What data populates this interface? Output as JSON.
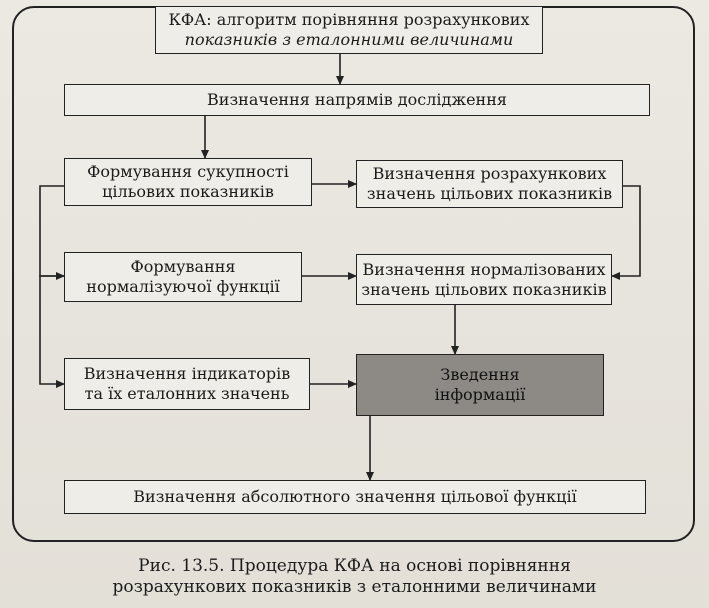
{
  "diagram": {
    "title_line1": "КФА: алгоритм порівняння розрахункових",
    "title_line2": "показників з еталонними величинами",
    "nodes": {
      "directions": "Визначення напрямів дослідження",
      "form_set_line1": "Формування сукупності",
      "form_set_line2": "цільових показників",
      "calc_values_line1": "Визначення розрахункових",
      "calc_values_line2": "значень цільових показників",
      "norm_func_line1": "Формування",
      "norm_func_line2": "нормалізуючої функції",
      "norm_values_line1": "Визначення нормалізованих",
      "norm_values_line2": "значень цільових показників",
      "indicators_line1": "Визначення індикаторів",
      "indicators_line2": "та їх еталонних значень",
      "summary_line1": "Зведення",
      "summary_line2": "інформації",
      "absolute": "Визначення абсолютного значення цільової функції"
    },
    "caption_line1": "Рис. 13.5. Процедура КФА на основі порівняння",
    "caption_line2": "розрахункових показників з еталонними величинами"
  }
}
